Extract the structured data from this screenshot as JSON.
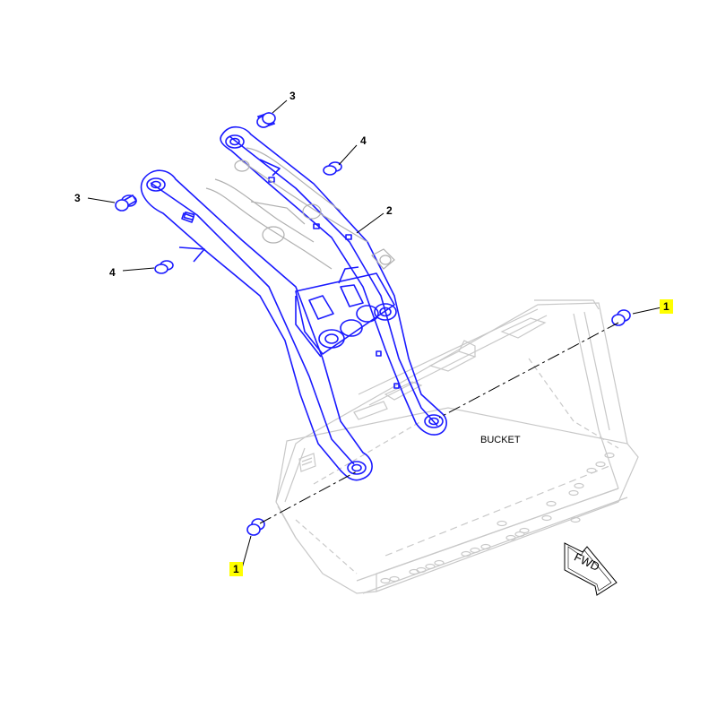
{
  "callouts": {
    "c1_right": "1",
    "c1_left": "1",
    "c2": "2",
    "c3_top": "3",
    "c3_left": "3",
    "c4_top": "4",
    "c4_left": "4"
  },
  "labels": {
    "bucket": "BUCKET",
    "fwd": "FWD"
  },
  "colors": {
    "linkage": "#1a1aff",
    "bucket_outline": "#c8c8c8",
    "callout_highlight": "#ffff00",
    "leader": "#000000"
  }
}
